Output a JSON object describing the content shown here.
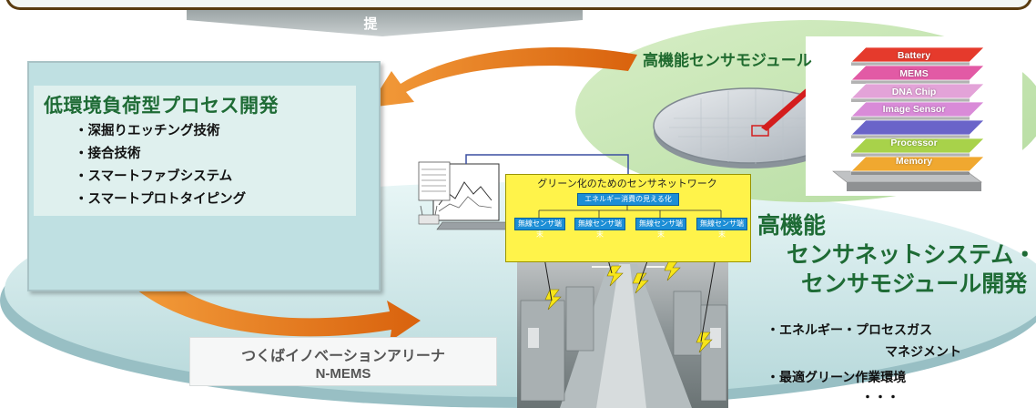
{
  "header": {
    "proposal_label": "提 案"
  },
  "left_panel": {
    "title": "低環境負荷型プロセス開発",
    "items": [
      "・深掘りエッチング技術",
      "・接合技術",
      "・スマートファブシステム",
      "・スマートプロトタイピング"
    ]
  },
  "sensor_module": {
    "title": "高機能センサモジュール",
    "layers": [
      "Battery",
      "MEMS",
      "DNA Chip",
      "Image Sensor",
      "",
      "Processor",
      "Memory"
    ],
    "colors": [
      "#e53a2c",
      "#e25aa5",
      "#e3a3d8",
      "#d98bd8",
      "#6a64c9",
      "#a8d24a",
      "#f0a830"
    ]
  },
  "network": {
    "title": "グリーン化のためのセンサネットワーク",
    "top_box": "エネルギー消費の見える化",
    "nodes": [
      "無線センサ端末",
      "無線センサ端末",
      "無線センサ端末",
      "無線センサ端末"
    ]
  },
  "main_title": {
    "line1": "高機能",
    "line2": "センサネットシステム・",
    "line3": "センサモジュール開発"
  },
  "bottom_list": {
    "item1": "・エネルギー・プロセスガス",
    "item1_cont": "マネジメント",
    "item2": "・最適グリーン作業環境",
    "item3": "・・・"
  },
  "arena": {
    "line1": "つくばイノベーションアリーナ",
    "line2": "N-MEMS"
  },
  "colors": {
    "title_green": "#1e6b35",
    "arrow_orange": "#e8781a",
    "green_ellipse": "#c6e5b0",
    "cyan_ellipse": "#c4e8ea"
  }
}
